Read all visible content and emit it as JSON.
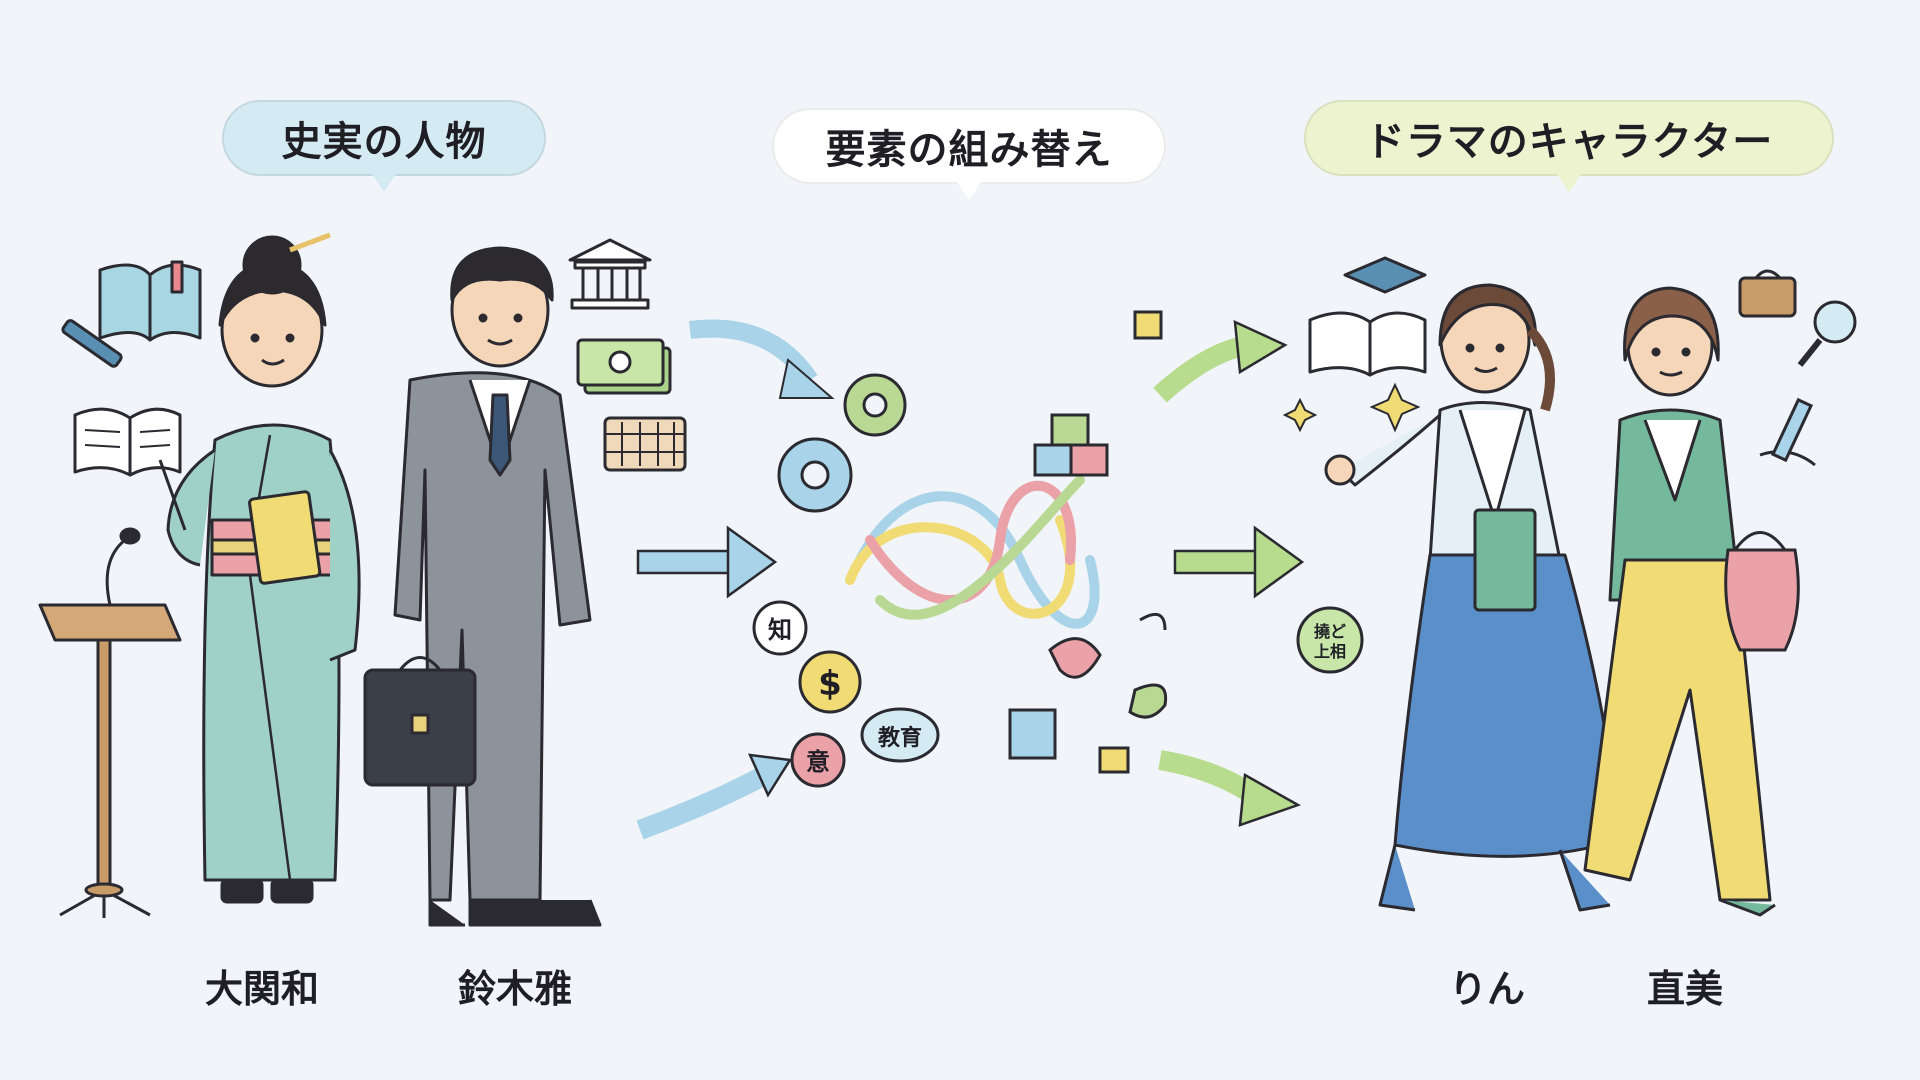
{
  "labels": {
    "historical": "史実の人物",
    "recombine": "要素の組み替え",
    "drama": "ドラマのキャラクター"
  },
  "people": {
    "historical": [
      "大関和",
      "鈴木雅"
    ],
    "drama": [
      "りん",
      "直美"
    ]
  },
  "tokens": {
    "knowledge": "知",
    "money": "$",
    "meaning": "意",
    "education": "教育",
    "badge": "撓ど 上相"
  },
  "colors": {
    "bg": "#f1f4f8",
    "arrow_blue": "#a9d3e8",
    "arrow_green": "#b7dc8d",
    "kimono": "#9fd1c6",
    "suit": "#8c939a",
    "skirt_blue": "#5b8fc9",
    "pants_yellow": "#f1db74",
    "jacket_green": "#74b99c"
  },
  "icons": [
    "book-icon",
    "pen-icon",
    "bank-icon",
    "money-icon",
    "abacus-icon",
    "gear-icon",
    "graduation-cap-icon",
    "sparkle-icon",
    "briefcase-icon",
    "magnifier-icon",
    "ruler-icon",
    "handbag-icon",
    "lectern-icon",
    "microphone-icon"
  ]
}
